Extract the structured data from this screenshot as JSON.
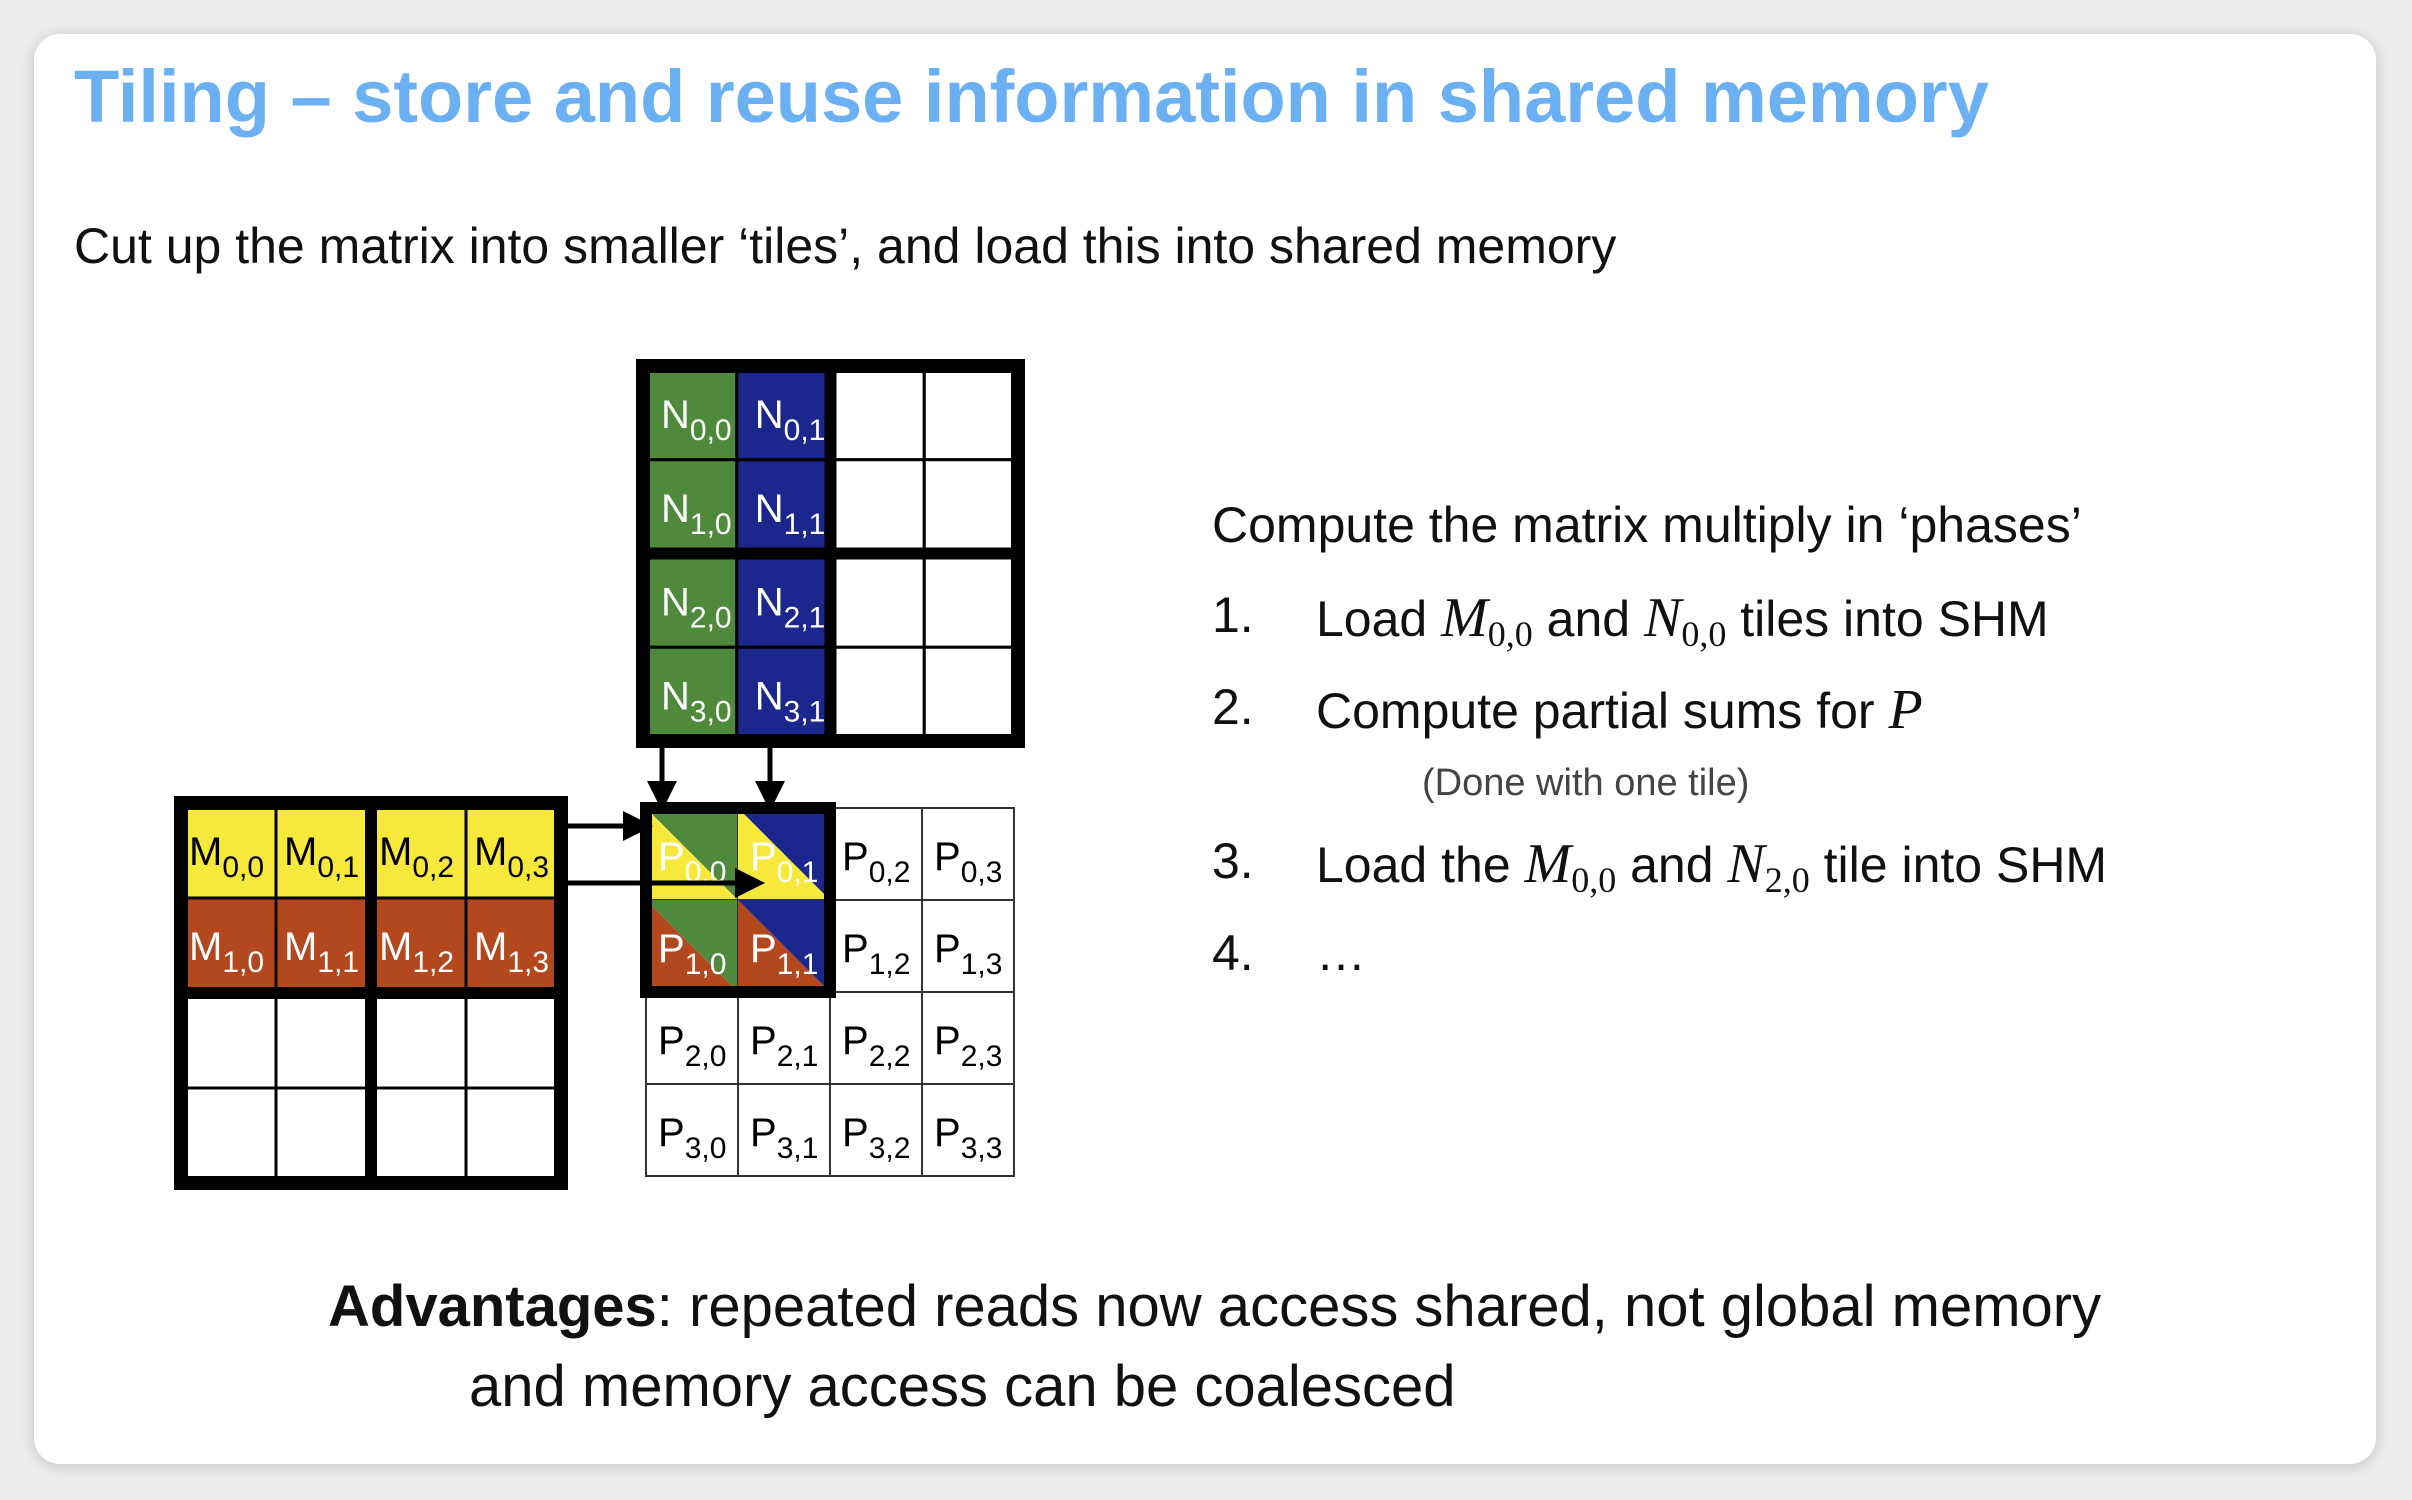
{
  "slide": {
    "title": "Tiling – store and reuse information in shared memory",
    "subtitle": "Cut up the matrix into smaller ‘tiles’, and load this into shared memory"
  },
  "diagram": {
    "colors": {
      "green": "#4f8a3c",
      "blue": "#1b278c",
      "yellow": "#f6e93c",
      "brown": "#b3481f"
    },
    "N_labels": [
      [
        "N",
        "0,0"
      ],
      [
        "N",
        "0,1"
      ],
      [
        "N",
        "1,0"
      ],
      [
        "N",
        "1,1"
      ],
      [
        "N",
        "2,0"
      ],
      [
        "N",
        "2,1"
      ],
      [
        "N",
        "3,0"
      ],
      [
        "N",
        "3,1"
      ]
    ],
    "M_labels": [
      [
        "M",
        "0,0"
      ],
      [
        "M",
        "0,1"
      ],
      [
        "M",
        "0,2"
      ],
      [
        "M",
        "0,3"
      ],
      [
        "M",
        "1,0"
      ],
      [
        "M",
        "1,1"
      ],
      [
        "M",
        "1,2"
      ],
      [
        "M",
        "1,3"
      ]
    ],
    "P_labels": [
      [
        "P",
        "0,0"
      ],
      [
        "P",
        "0,1"
      ],
      [
        "P",
        "0,2"
      ],
      [
        "P",
        "0,3"
      ],
      [
        "P",
        "1,0"
      ],
      [
        "P",
        "1,1"
      ],
      [
        "P",
        "1,2"
      ],
      [
        "P",
        "1,3"
      ],
      [
        "P",
        "2,0"
      ],
      [
        "P",
        "2,1"
      ],
      [
        "P",
        "2,2"
      ],
      [
        "P",
        "2,3"
      ],
      [
        "P",
        "3,0"
      ],
      [
        "P",
        "3,1"
      ],
      [
        "P",
        "3,2"
      ],
      [
        "P",
        "3,3"
      ]
    ]
  },
  "steps": {
    "heading": "Compute the matrix multiply in ‘phases’",
    "items": [
      {
        "num": "1.",
        "a": "Load ",
        "v1": "M",
        "s1": "0,0",
        "b": " and ",
        "v2": "N",
        "s2": "0,0",
        "c": " tiles into SHM"
      },
      {
        "num": "2.",
        "a": "Compute partial sums for ",
        "v1": "P"
      },
      {
        "note": "(Done with one tile)"
      },
      {
        "num": "3.",
        "a": "Load the ",
        "v1": "M",
        "s1": "0,0",
        "b": " and  ",
        "v2": "N",
        "s2": "2,0",
        "c": " tile into SHM"
      },
      {
        "num": "4.",
        "a": "…"
      }
    ]
  },
  "advantages": {
    "label": "Advantages",
    "line1": ": repeated reads now access shared, not global memory",
    "line2": "and memory access can be coalesced"
  }
}
